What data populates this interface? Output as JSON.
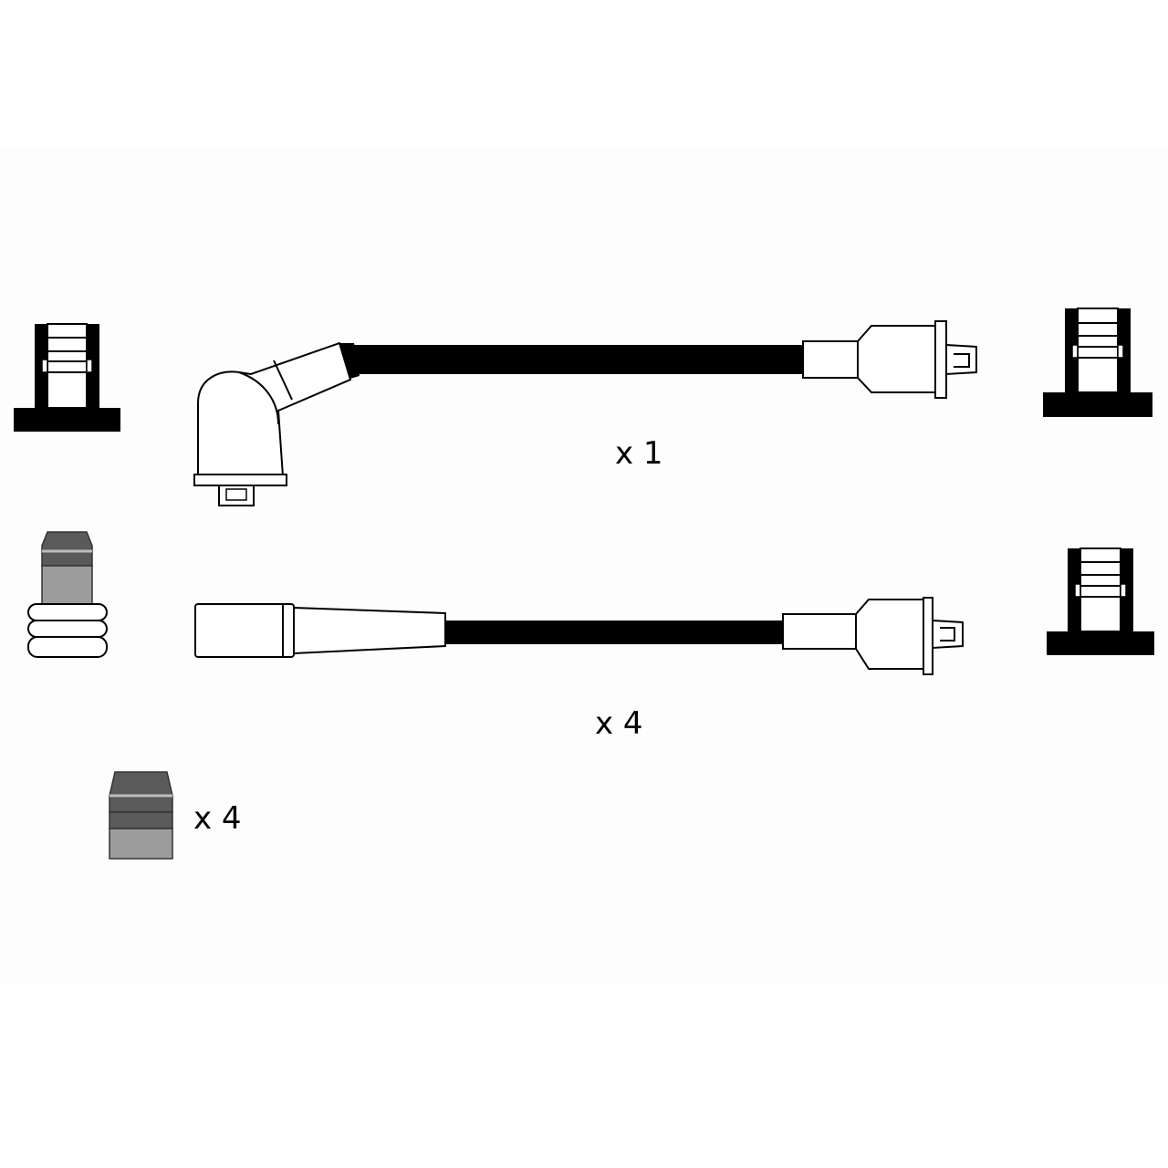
{
  "colors": {
    "background": "#ffffff",
    "panel": "#fdfdfd",
    "outline": "#000000",
    "cable": "#000000",
    "boot_dark": "#5a5a5a",
    "boot_light": "#9c9c9c",
    "part_fill": "#ffffff"
  },
  "labels": {
    "coil_lead_qty": "x 1",
    "plug_lead_qty": "x 4",
    "boot_qty": "x 4"
  },
  "icons": [
    "sleeve-icon-left",
    "sleeve-icon-right-top",
    "sleeve-icon-right-bottom",
    "ribbed-boot-icon",
    "boot-cap-icon"
  ]
}
